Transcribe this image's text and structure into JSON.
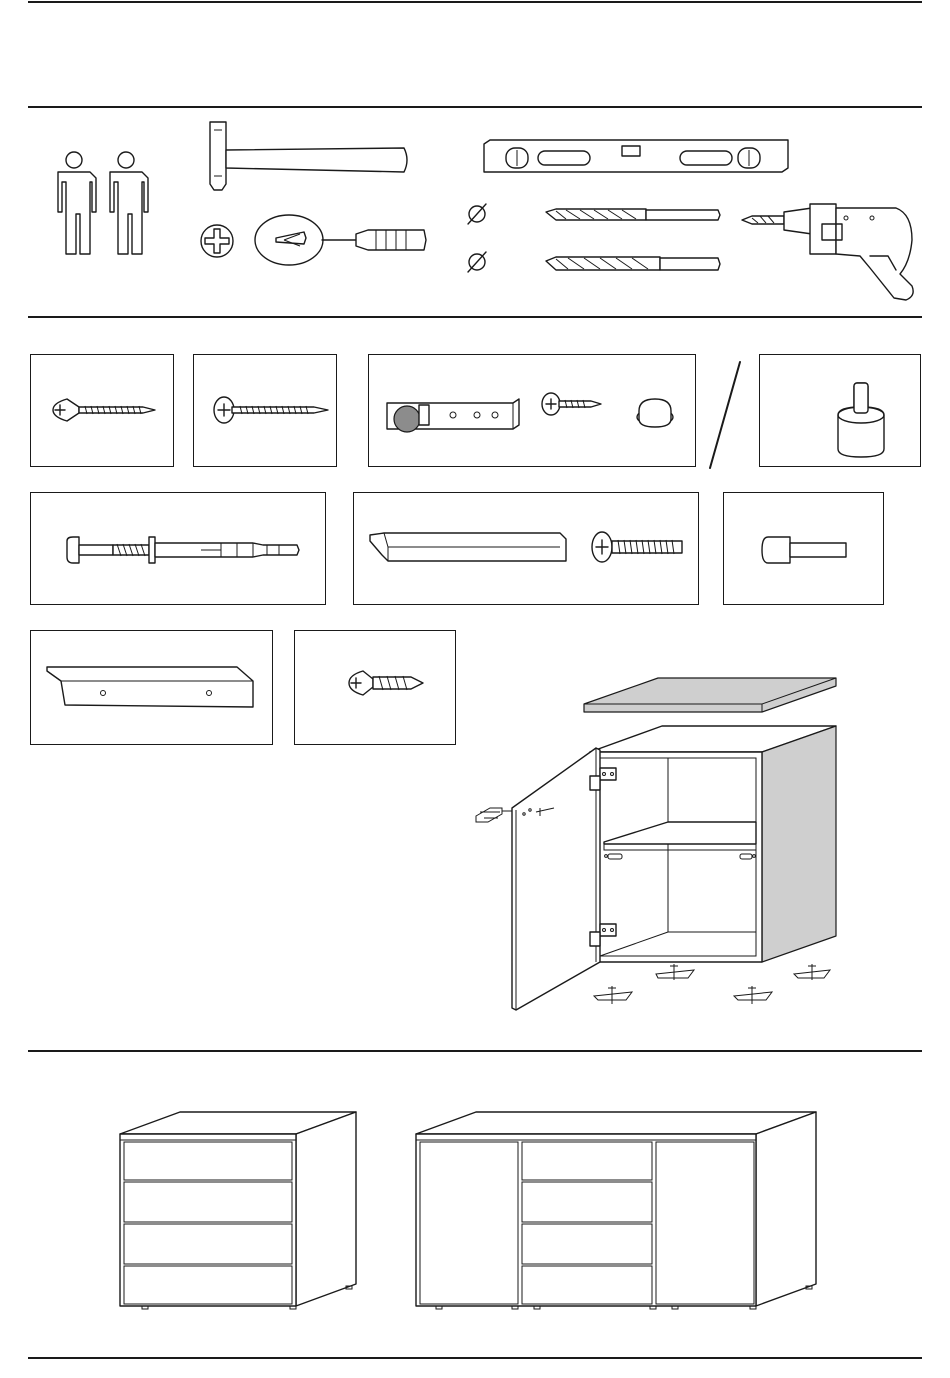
{
  "sections": {
    "header": {
      "rule_top": true
    },
    "tools": {
      "people_count": 2,
      "tools": [
        "hammer",
        "spirit-level",
        "phillips-screwdriver",
        "drill-bit",
        "drill-bit",
        "power-drill"
      ]
    },
    "hardware": {
      "items": [
        "countersunk-wood-screw",
        "pan-head-wood-screw",
        "hinge-plate-with-screw-and-cap",
        "leveling-foot",
        "wall-plug-anchor",
        "handle-profile-with-machine-screw",
        "shelf-support-pin",
        "angle-bracket",
        "short-countersunk-screw"
      ]
    },
    "assembly": {
      "product": "cabinet-with-door-and-shelf"
    },
    "variants": {
      "products": [
        "four-drawer-chest",
        "two-door-sideboard-with-drawers"
      ]
    }
  },
  "colors": {
    "line": "#1a1a1a",
    "panel_grey": "#cfcfcf",
    "knob_grey": "#8c8c8c"
  }
}
